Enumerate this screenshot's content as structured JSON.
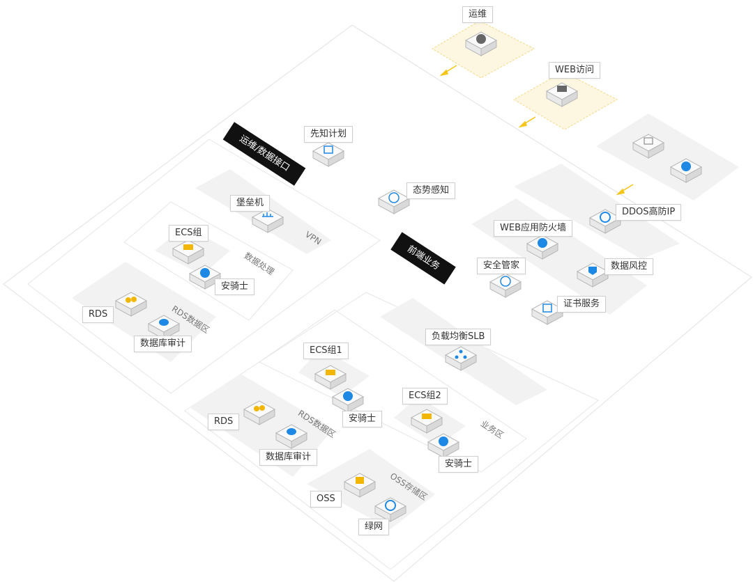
{
  "colors": {
    "accent": "#1e88e5",
    "yellow_zone": "#f5c518",
    "black_label": "#111111",
    "ecs_yellow": "#f2b705"
  },
  "external": {
    "ops": "运维",
    "web_access": "WEB访问"
  },
  "tags": {
    "ops_data_interface": "运维/数据接口",
    "frontend": "前端业务"
  },
  "left": {
    "xianzhi": "先知计划",
    "vpn": "VPN",
    "baoleiji": "堡垒机",
    "data_processing": "数据处理",
    "ecs_group": "ECS组",
    "anqishi": "安骑士",
    "rds": "RDS",
    "db_audit": "数据库审计",
    "rds_zone": "RDS数据区"
  },
  "middle": {
    "situational_awareness": "态势感知"
  },
  "right": {
    "ddos": "DDOS高防IP",
    "waf": "WEB应用防火墙",
    "security_manager": "安全管家",
    "data_risk": "数据风控",
    "cert": "证书服务"
  },
  "bottom": {
    "slb": "负载均衡SLB",
    "ecs_group1": "ECS组1",
    "ecs_group2": "ECS组2",
    "anqishi_1": "安骑士",
    "anqishi_2": "安骑士",
    "business_zone": "业务区",
    "rds": "RDS",
    "db_audit": "数据库审计",
    "rds_zone": "RDS数据区",
    "oss": "OSS",
    "lvwang": "绿网",
    "oss_zone": "OSS存储区"
  }
}
